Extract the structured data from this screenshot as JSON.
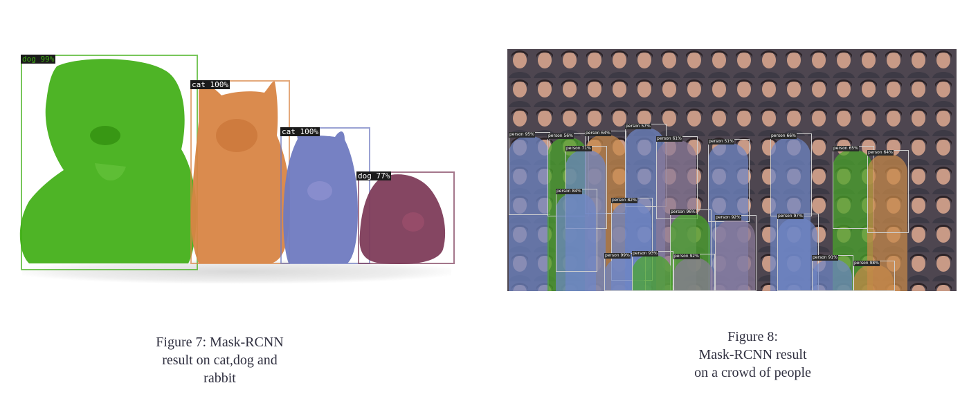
{
  "figure7": {
    "detections": [
      {
        "label": "dog 99%",
        "color": "#3fae14",
        "tag_text_color": "#3fae14"
      },
      {
        "label": "cat 100%",
        "color": "#d88544",
        "tag_text_color": "#ffffff"
      },
      {
        "label": "cat 100%",
        "color": "#6f7ac0",
        "tag_text_color": "#ffffff"
      },
      {
        "label": "dog 77%",
        "color": "#7e3c5a",
        "tag_text_color": "#ffffff"
      }
    ],
    "caption": [
      "Figure 7: Mask-RCNN",
      "result on cat,dog and",
      "rabbit"
    ]
  },
  "figure8": {
    "detections": [
      {
        "label": "person 95%",
        "color": "#6f86c6"
      },
      {
        "label": "person 56%",
        "color": "#4aa62a"
      },
      {
        "label": "person 64%",
        "color": "#c7894a"
      },
      {
        "label": "person 57%",
        "color": "#6f86c6"
      },
      {
        "label": "person 71%",
        "color": "#6f86c6"
      },
      {
        "label": "person 61%",
        "color": "#8a7a98"
      },
      {
        "label": "person 51%",
        "color": "#6f86c6"
      },
      {
        "label": "person 66%",
        "color": "#6f86c6"
      },
      {
        "label": "person 65%",
        "color": "#4aa62a"
      },
      {
        "label": "person 64%",
        "color": "#c7894a"
      },
      {
        "label": "person 84%",
        "color": "#6f86c6"
      },
      {
        "label": "person 82%",
        "color": "#6f86c6"
      },
      {
        "label": "person 96%",
        "color": "#4aa62a"
      },
      {
        "label": "person 92%",
        "color": "#8a7a98"
      },
      {
        "label": "person 97%",
        "color": "#6f86c6"
      },
      {
        "label": "person 99%",
        "color": "#6f86c6"
      },
      {
        "label": "person 93%",
        "color": "#4aa62a"
      },
      {
        "label": "person 92%",
        "color": "#8a7a98"
      },
      {
        "label": "person 91%",
        "color": "#6f86c6"
      },
      {
        "label": "person 98%",
        "color": "#c7894a"
      }
    ],
    "caption": [
      "Figure 8:",
      "Mask-RCNN result",
      "on a crowd of people"
    ]
  }
}
